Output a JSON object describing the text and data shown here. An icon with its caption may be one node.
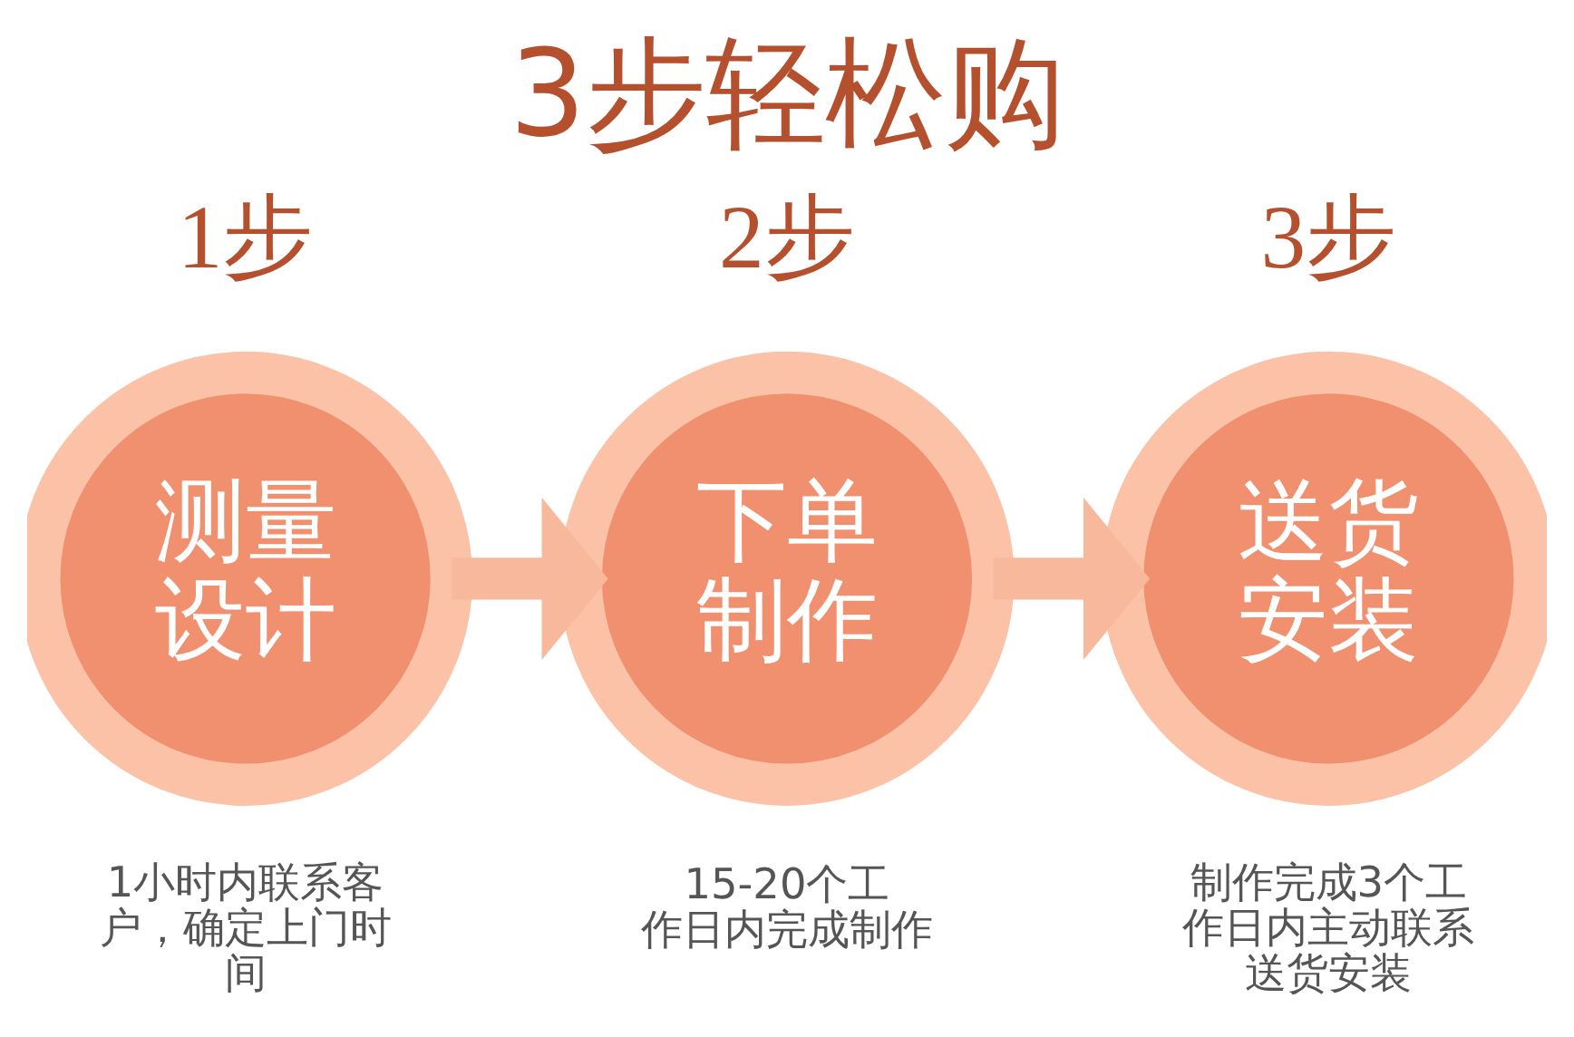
{
  "diagram": {
    "title": "3步轻松购",
    "nodes": [
      {
        "text": [
          "测量设计"
        ],
        "beside": [
          "1步",
          "1小时内联系客户，确定上门时间"
        ]
      },
      {
        "text": [
          "下单制作"
        ],
        "beside": [
          "2步",
          "15-20个工作日内完成制作"
        ]
      },
      {
        "text": [
          "送货安装"
        ],
        "beside": [
          "3步",
          "制作完成3个工作日内主动联系送货安装"
        ]
      }
    ],
    "edges": [
      {
        "from": 0,
        "to": 1,
        "arrow": "to"
      },
      {
        "from": 1,
        "to": 2,
        "arrow": "to"
      }
    ]
  }
}
